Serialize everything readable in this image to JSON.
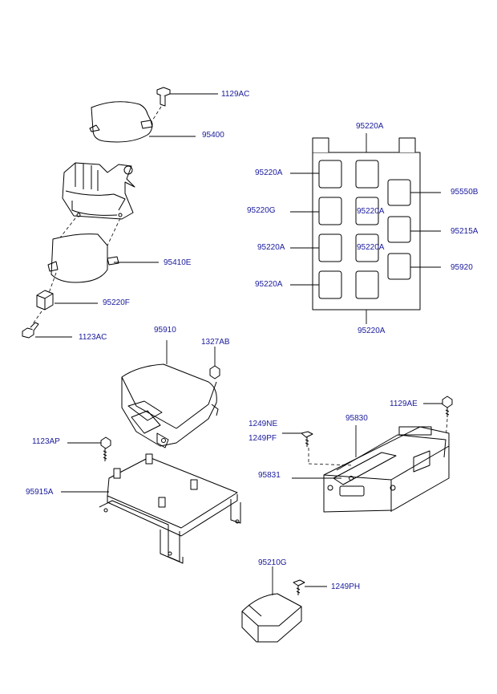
{
  "labels": {
    "1129AC": "1129AC",
    "95400": "95400",
    "95410E": "95410E",
    "95220F": "95220F",
    "1123AC": "1123AC",
    "95910": "95910",
    "1327AB": "1327AB",
    "1123AP": "1123AP",
    "95915A": "95915A",
    "95220A_top": "95220A",
    "95220A_l1": "95220A",
    "95220G": "95220G",
    "95220A_l3": "95220A",
    "95220A_l4": "95220A",
    "95220A_in1": "95220A",
    "95220A_in2": "95220A",
    "95220A_bottom": "95220A",
    "95550B": "95550B",
    "95215A": "95215A",
    "95920": "95920",
    "1129AE": "1129AE",
    "1249NE": "1249NE",
    "1249PF": "1249PF",
    "95830": "95830",
    "95831": "95831",
    "95210G": "95210G",
    "1249PH": "1249PH"
  },
  "colors": {
    "label": "#1a1a9c",
    "line": "#000000",
    "background": "#ffffff"
  }
}
